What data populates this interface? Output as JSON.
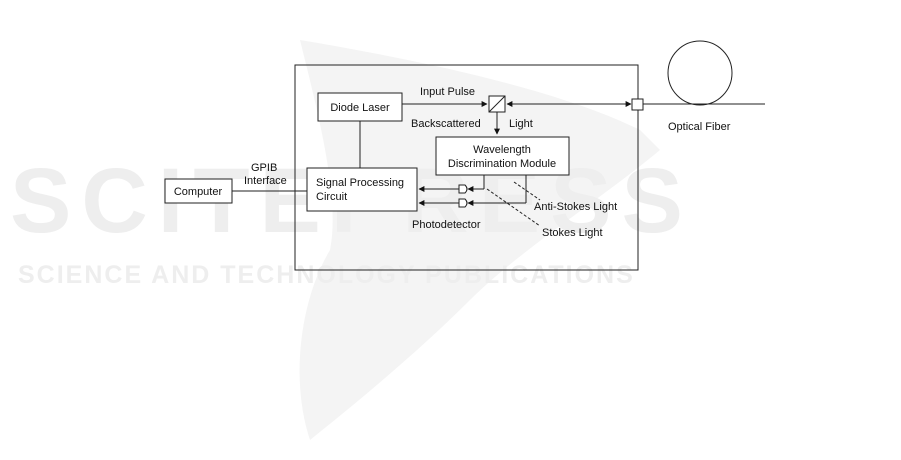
{
  "watermark": {
    "brand": "SCITEPRESS",
    "tagline": "SCIENCE AND TECHNOLOGY PUBLICATIONS"
  },
  "blocks": {
    "diode_laser": "Diode Laser",
    "wdm_line1": "Wavelength",
    "wdm_line2": "Discrimination Module",
    "spc_line1": "Signal Processing",
    "spc_line2": "Circuit",
    "computer": "Computer"
  },
  "labels": {
    "input_pulse": "Input Pulse",
    "backscattered": "Backscattered",
    "light": "Light",
    "gpib": "GPIB",
    "interface": "Interface",
    "optical_fiber": "Optical Fiber",
    "anti_stokes": "Anti-Stokes Light",
    "stokes": "Stokes Light",
    "photodetector": "Photodetector"
  }
}
